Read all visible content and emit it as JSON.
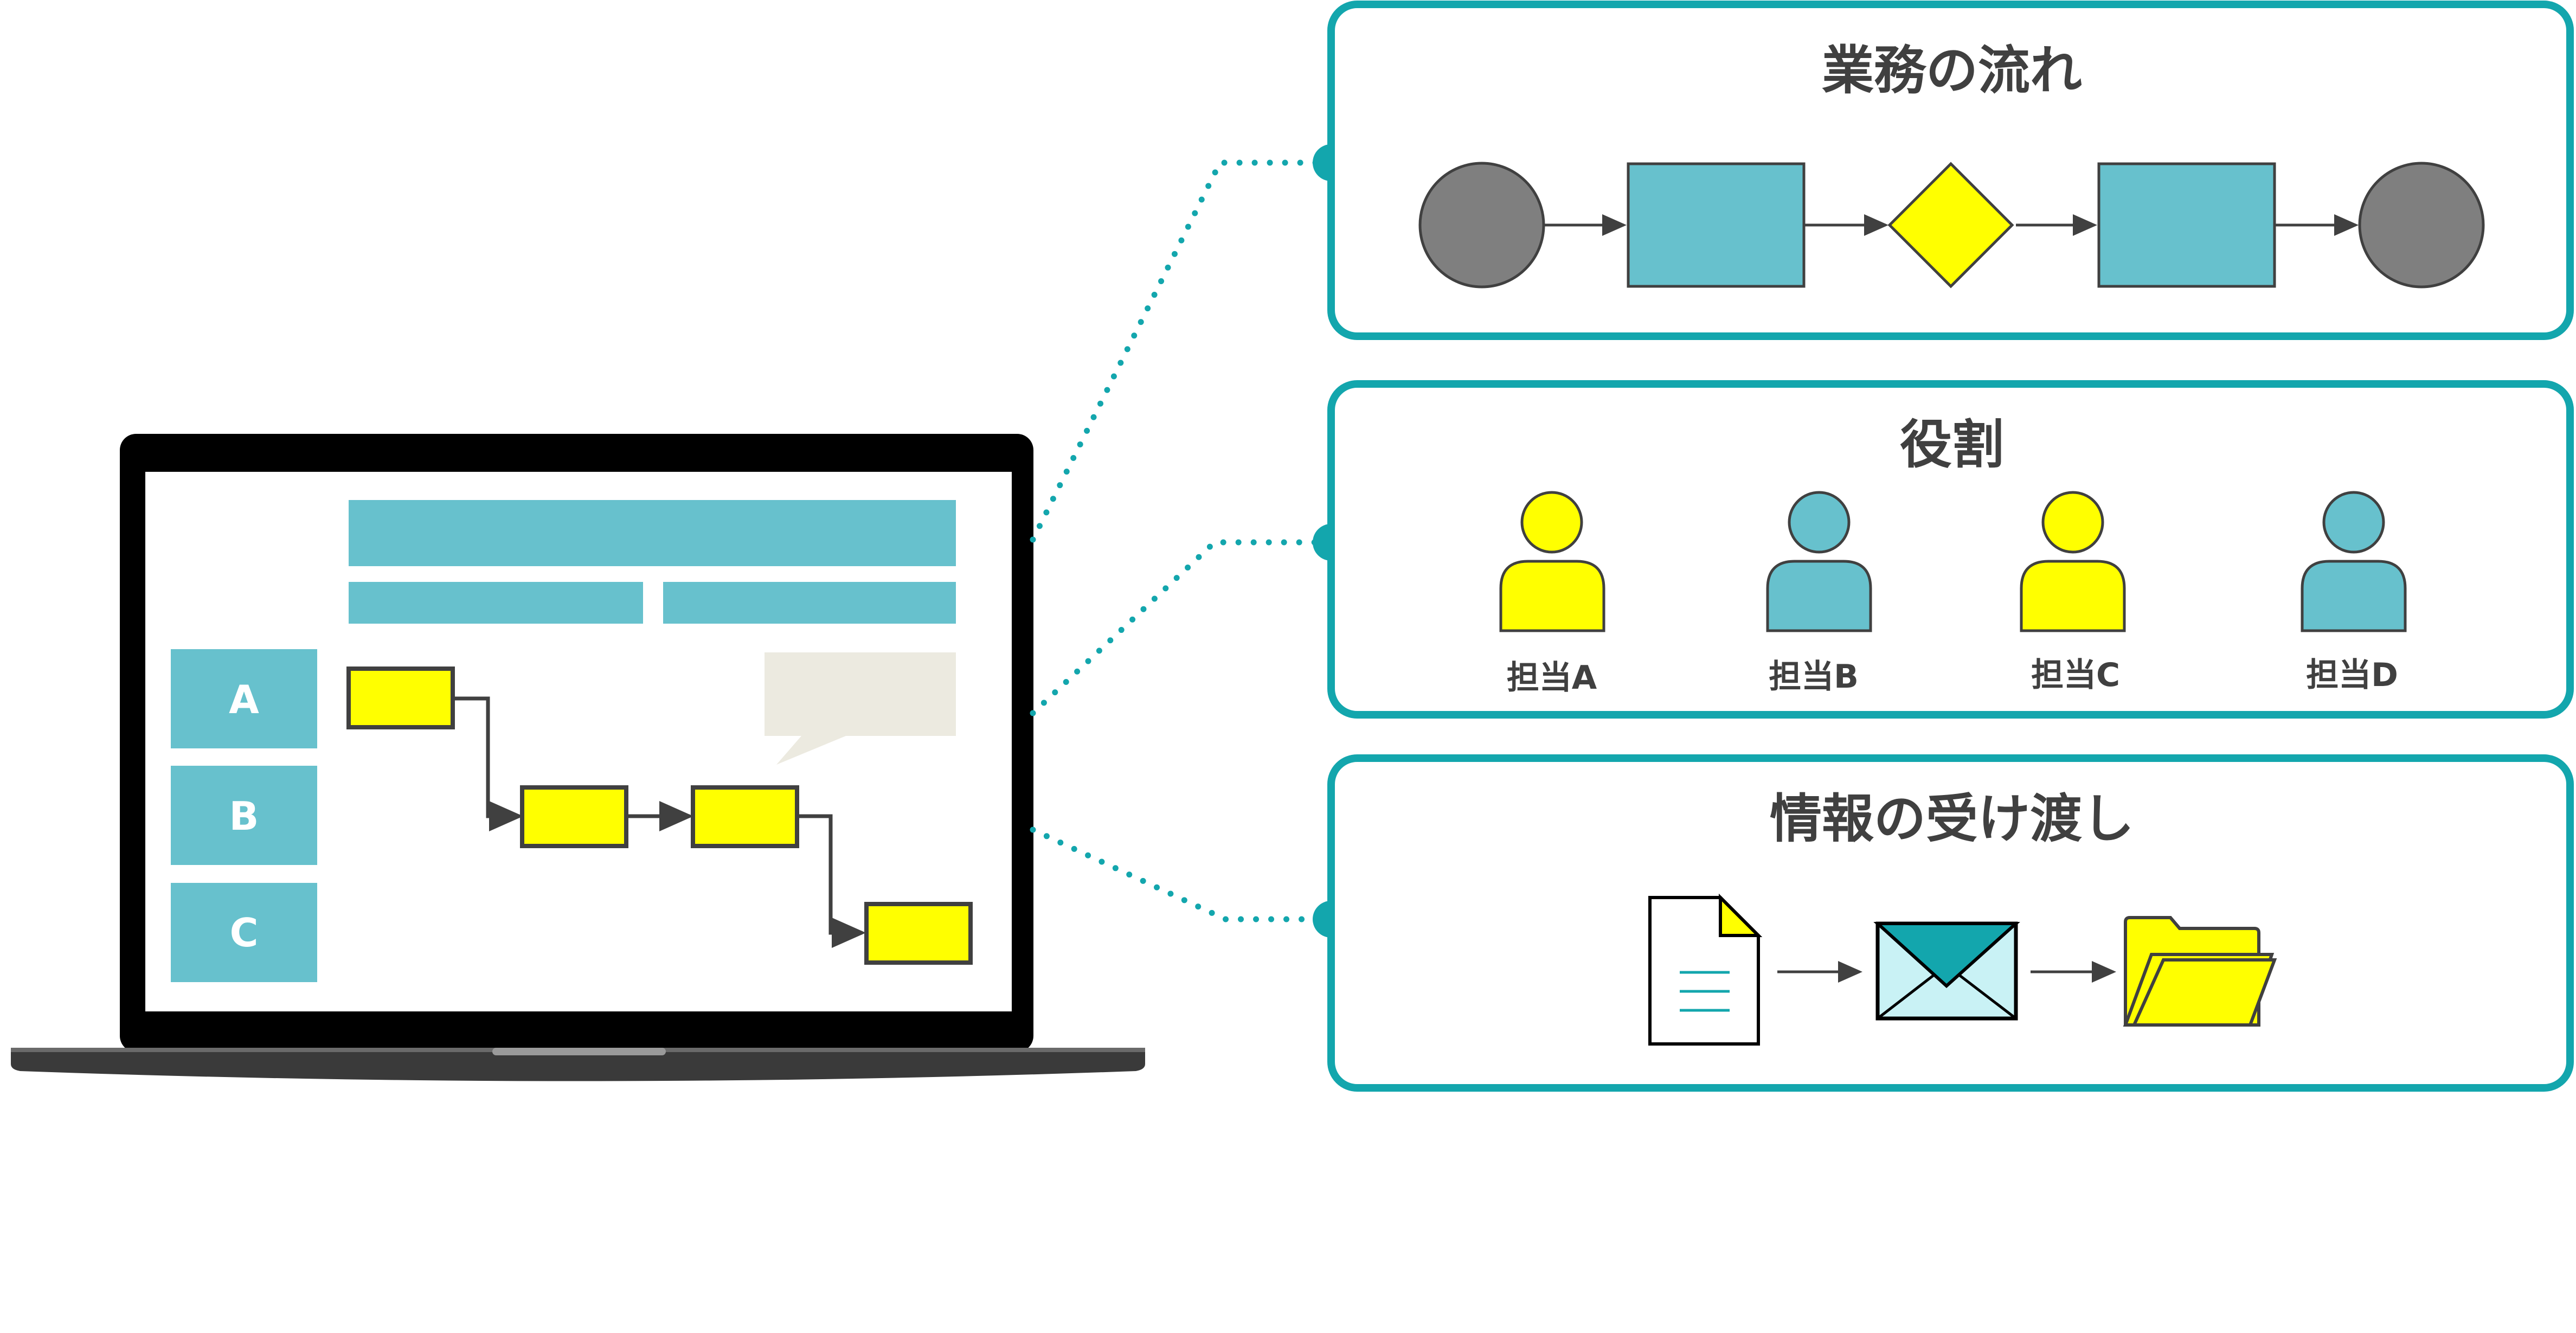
{
  "colors": {
    "teal": "#13a6ad",
    "teal_light": "#67c1cd",
    "yellow": "#ffff00",
    "gray": "#7f7f7f",
    "dark": "#404040",
    "bubble": "#eceae0",
    "envelope_light": "#c9f2f5"
  },
  "laptop": {
    "sidebar": [
      {
        "label": "A"
      },
      {
        "label": "B"
      },
      {
        "label": "C"
      }
    ]
  },
  "panels": {
    "flow": {
      "title": "業務の流れ",
      "shapes": [
        "circle",
        "rect",
        "diamond",
        "rect",
        "circle"
      ]
    },
    "roles": {
      "title": "役割",
      "persons": [
        {
          "label": "担当A",
          "color": "yellow"
        },
        {
          "label": "担当B",
          "color": "teal_light"
        },
        {
          "label": "担当C",
          "color": "yellow"
        },
        {
          "label": "担当D",
          "color": "teal_light"
        }
      ]
    },
    "handover": {
      "title": "情報の受け渡し",
      "icons": [
        "document-icon",
        "envelope-icon",
        "folder-icon"
      ]
    }
  }
}
